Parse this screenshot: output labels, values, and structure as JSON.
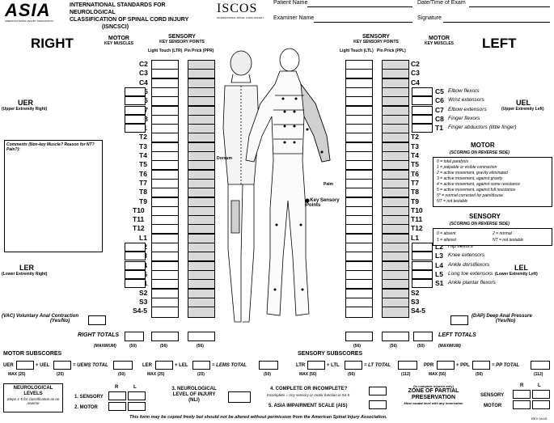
{
  "header": {
    "logo_text": "ASIA",
    "logo_sub": "AMERICAN SPINAL INJURY ASSOCIATION",
    "title_line1": "INTERNATIONAL STANDARDS FOR NEUROLOGICAL",
    "title_line2": "CLASSIFICATION OF SPINAL CORD INJURY",
    "title_line3": "(ISNCSCI)",
    "iscos_text": "ISCOS",
    "iscos_sub": "INTERNATIONAL SPINAL CORD SOCIETY",
    "patient_name_label": "Patient Name",
    "date_label": "Date/Time of Exam",
    "examiner_label": "Examiner Name",
    "signature_label": "Signature"
  },
  "right": {
    "side_title": "RIGHT",
    "motor_header": "MOTOR",
    "motor_sub": "KEY MUSCLES",
    "sensory_header": "SENSORY",
    "sensory_sub": "KEY SENSORY POINTS",
    "lt_label": "Light Touch (LTR)",
    "pp_label": "Pin Prick (PPR)",
    "uer_title": "UER",
    "uer_sub": "(Upper Extremity Right)",
    "ler_title": "LER",
    "ler_sub": "(Lower Extremity Right)",
    "comments": "Comments (Non-key Muscle? Reason for NT? Pain?):",
    "vac_label": "(VAC) Voluntary Anal Contraction",
    "vac_sub": "(Yes/No)",
    "totals_label": "RIGHT TOTALS",
    "maximum_label": "(MAXIMUM)",
    "max_motor": "(50)",
    "max_lt": "(56)",
    "max_pp": "(56)"
  },
  "left": {
    "side_title": "LEFT",
    "motor_header": "MOTOR",
    "motor_sub": "KEY MUSCLES",
    "sensory_header": "SENSORY",
    "sensory_sub": "KEY SENSORY POINTS",
    "lt_label": "Light Touch (LTL)",
    "pp_label": "Pin Prick (PPL)",
    "uel_title": "UEL",
    "uel_sub": "(Upper Extremity Left)",
    "lel_title": "LEL",
    "lel_sub": "(Lower Extremity Left)",
    "dap_label": "(DAP) Deep Anal Pressure",
    "dap_sub": "(Yes/No)",
    "totals_label": "LEFT TOTALS",
    "maximum_label": "(MAXIMUM)",
    "max_motor": "(50)",
    "max_lt": "(56)",
    "max_pp": "(56)"
  },
  "levels": [
    "C2",
    "C3",
    "C4",
    "C5",
    "C6",
    "C7",
    "C8",
    "T1",
    "T2",
    "T3",
    "T4",
    "T5",
    "T6",
    "T7",
    "T8",
    "T9",
    "T10",
    "T11",
    "T12",
    "L1",
    "L2",
    "L3",
    "L4",
    "L5",
    "S1",
    "S2",
    "S3",
    "S4-5"
  ],
  "upper_muscles": [
    "Elbow flexors",
    "Wrist extensors",
    "Elbow extensors",
    "Finger flexors",
    "Finger abductors (little finger)"
  ],
  "lower_muscles": [
    "Hip flexors",
    "Knee extensors",
    "Ankle dorsiflexors",
    "Long toe extensors",
    "Ankle plantar flexors"
  ],
  "diagram": {
    "dorsum": "Dorsum",
    "palm": "Palm",
    "key_points": "Key Sensory Points"
  },
  "motor_legend": {
    "title": "MOTOR",
    "subtitle": "(SCORING ON REVERSE SIDE)",
    "items": [
      "0 = total paralysis",
      "1 = palpable or visible contraction",
      "2 = active movement, gravity eliminated",
      "3 = active movement, against gravity",
      "4 = active movement, against some resistance",
      "5 = active movement, against full resistance",
      "5* = normal corrected for pain/disuse",
      "NT = not testable"
    ]
  },
  "sensory_legend": {
    "title": "SENSORY",
    "subtitle": "(SCORING ON REVERSE SIDE)",
    "items": [
      "0 = absent",
      "2 = normal",
      "1 = altered",
      "NT = not testable"
    ]
  },
  "motor_subscores": {
    "title": "MOTOR SUBSCORES",
    "uer": "UER",
    "plus1": "+ UEL",
    "eq1": "= UEMS TOTAL",
    "max25a": "MAX (25)",
    "max25b": "(25)",
    "max50a": "(50)",
    "ler": "LER",
    "plus2": "+ LEL",
    "eq2": "= LEMS TOTAL",
    "max25c": "MAX (25)",
    "max25d": "(25)",
    "max50b": "(50)"
  },
  "sensory_subscores": {
    "title": "SENSORY SUBSCORES",
    "ltr": "LTR",
    "plus1": "+ LTL",
    "eq1": "= LT TOTAL",
    "max56a": "MAX (56)",
    "max56b": "(56)",
    "max112a": "(112)",
    "ppr": "PPR",
    "plus2": "+ PPL",
    "eq2": "= PP TOTAL",
    "max56c": "MAX (56)",
    "max56d": "(56)",
    "max112b": "(112)"
  },
  "classification": {
    "neuro_levels_title": "NEUROLOGICAL LEVELS",
    "neuro_levels_sub": "Steps 1-5 for classification as on reverse",
    "r": "R",
    "l": "L",
    "sensory": "1. SENSORY",
    "motor": "2. MOTOR",
    "nli_line1": "3. NEUROLOGICAL",
    "nli_line2": "LEVEL OF INJURY",
    "nli_line3": "(NLI)",
    "complete_title": "4. COMPLETE OR INCOMPLETE?",
    "complete_sub": "Incomplete = Any sensory or motor function in S4-5",
    "ais_title": "5. ASIA IMPAIRMENT SCALE (AIS)",
    "zpp_note": "(In complete injuries only)",
    "zpp_line1": "ZONE OF PARTIAL",
    "zpp_line2": "PRESERVATION",
    "zpp_sub": "Most caudal level with any innervation",
    "zpp_sensory": "SENSORY",
    "zpp_motor": "MOTOR",
    "r2": "R",
    "l2": "L"
  },
  "footer": {
    "text": "This form may be copied freely but should not be altered without permission from the American Spinal Injury Association.",
    "rev": "REV 04/15"
  }
}
